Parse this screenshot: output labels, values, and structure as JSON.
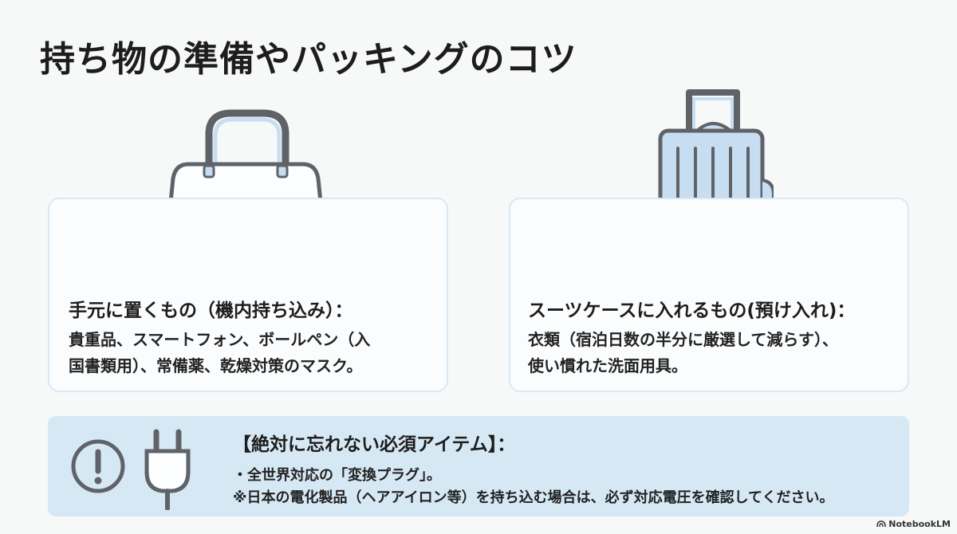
{
  "title": "持ち物の準備やパッキングのコツ",
  "carry_on": {
    "icon": "handbag-icon",
    "heading": "手元に置くもの（機内持ち込み）：",
    "line1": "貴重品、スマートフォン、ボールペン（入",
    "line2": "国書類用）、常備薬、乾燥対策のマスク。"
  },
  "suitcase": {
    "icon": "suitcase-icon",
    "heading": "スーツケースに入れるもの(預け入れ)：",
    "line1": "衣類（宿泊日数の半分に厳選して減らす）、",
    "line2": "使い慣れた洗面用具。"
  },
  "essentials": {
    "icons": [
      "exclamation-icon",
      "plug-icon"
    ],
    "heading": "【絶対に忘れない必須アイテム】：",
    "item1": "・全世界対応の「変換プラグ」。",
    "item2": "※日本の電化製品（ヘアアイロン等）を持ち込む場合は、必ず対応電圧を確認してください。"
  },
  "watermark": "NotebookLM",
  "colors": {
    "accent_light": "#d7e8f5",
    "icon_fill": "#c7def2",
    "icon_stroke": "#5f6368",
    "card_border": "#d9e9f4"
  }
}
